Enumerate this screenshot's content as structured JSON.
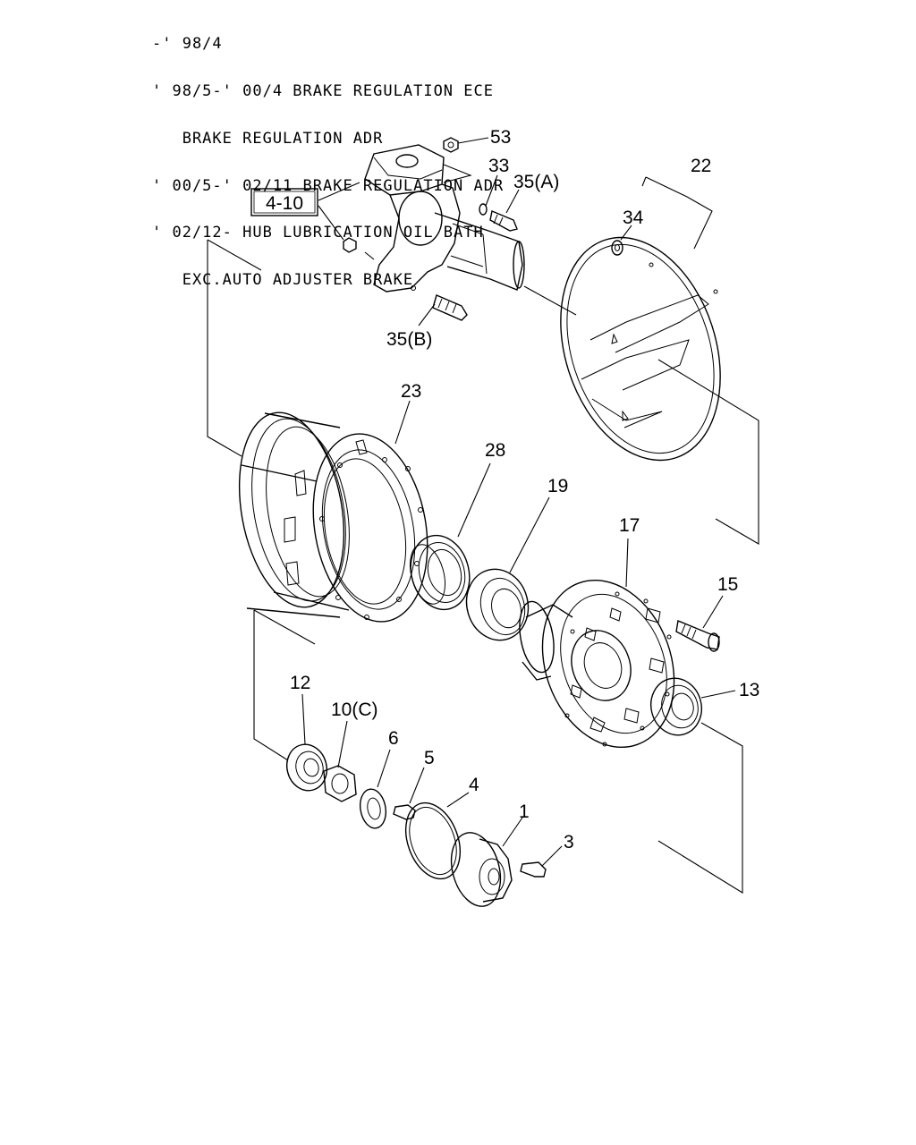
{
  "header_lines": [
    "-' 98/4",
    "' 98/5-' 00/4 BRAKE REGULATION ECE",
    "   BRAKE REGULATION ADR",
    "' 00/5-' 02/11 BRAKE REGULATION ADR",
    "' 02/12- HUB LUBRICATION OIL BATH",
    "   EXC.AUTO ADJUSTER BRAKE"
  ],
  "ref_box": "4-10",
  "labels": {
    "p53": "53",
    "p33": "33",
    "p35a": "35(A)",
    "p22": "22",
    "p34": "34",
    "p35b": "35(B)",
    "p23": "23",
    "p28": "28",
    "p19": "19",
    "p17": "17",
    "p15": "15",
    "p13": "13",
    "p12": "12",
    "p10c": "10(C)",
    "p6": "6",
    "p5": "5",
    "p4": "4",
    "p1": "1",
    "p3": "3"
  }
}
